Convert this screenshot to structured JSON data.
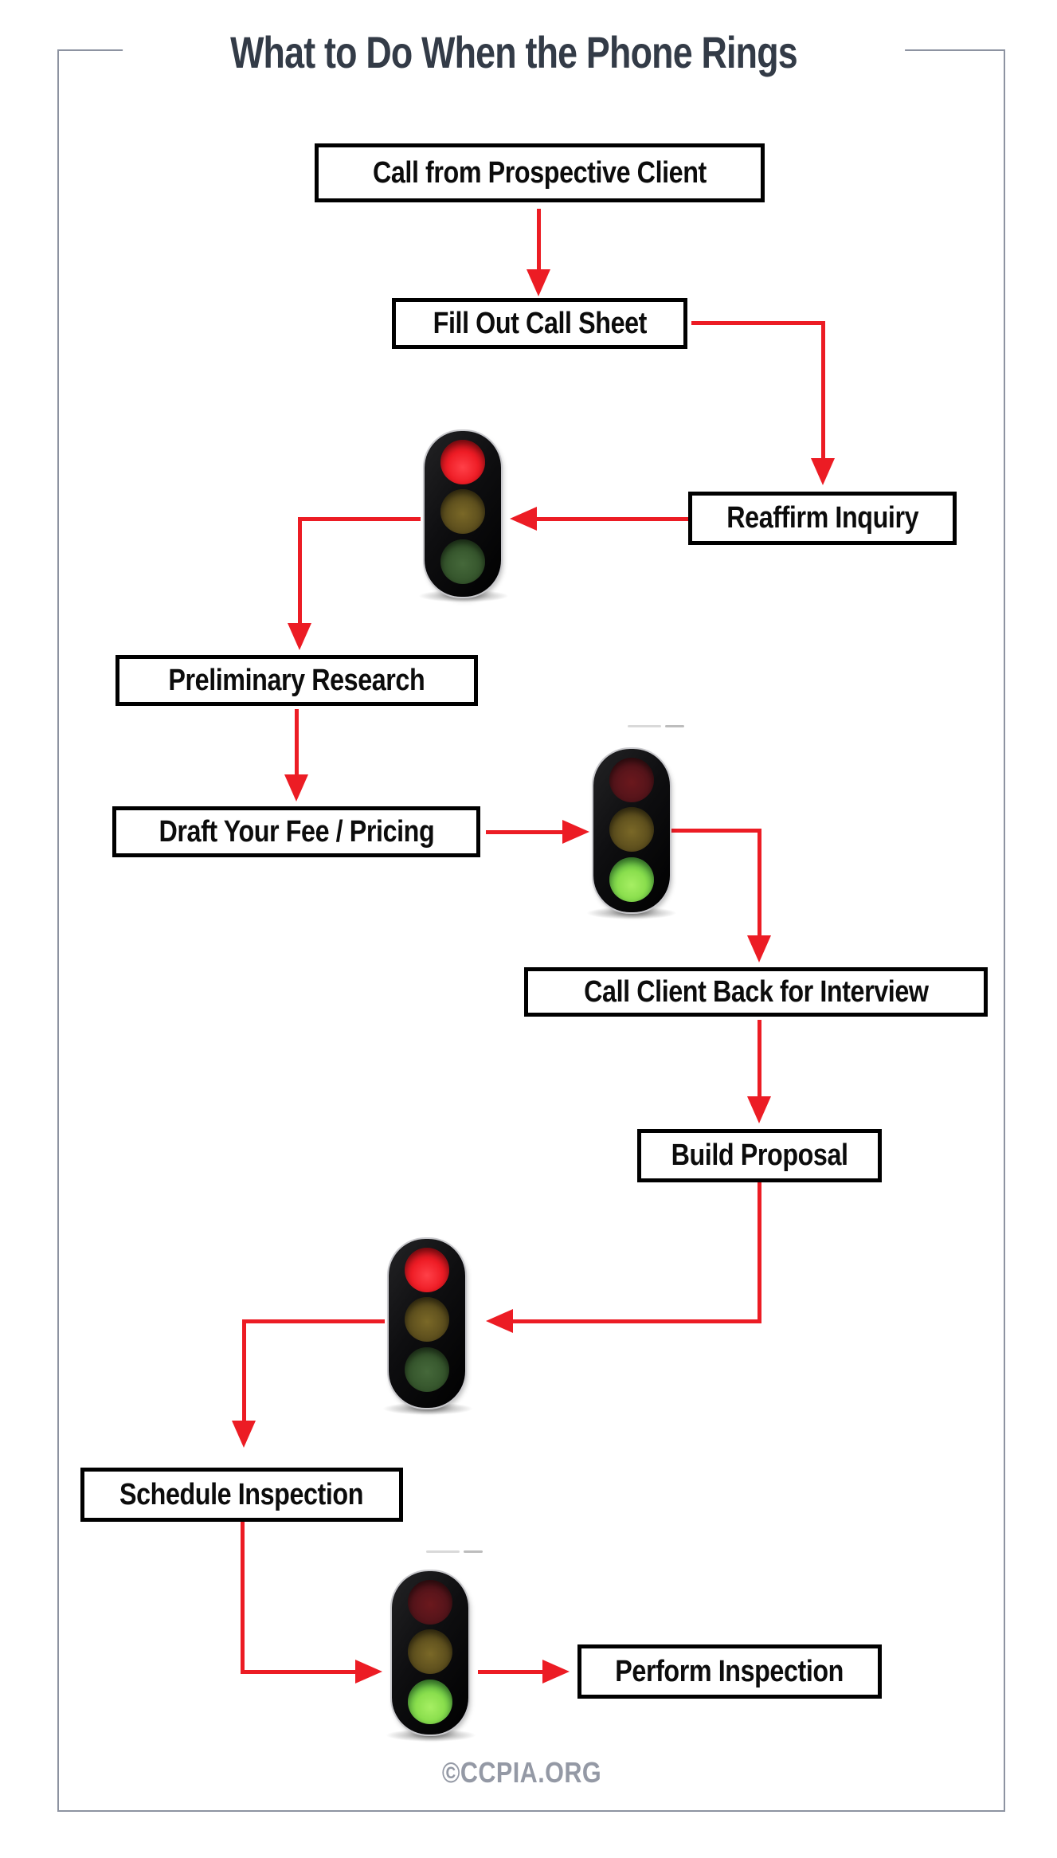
{
  "title": "What to Do When the Phone Rings",
  "credit": "©CCPIA.ORG",
  "colors": {
    "accent": "#ec1c24",
    "title": "#333b47",
    "frame": "#8d93a1",
    "credit": "#9499a5",
    "box_border": "#000000",
    "lit_red": "#ee1c25",
    "lit_green": "#8ade4d"
  },
  "nodes": [
    {
      "label": "Call from Prospective Client"
    },
    {
      "label": "Fill Out Call Sheet"
    },
    {
      "label": "Reaffirm Inquiry"
    },
    {
      "label": "Preliminary Research"
    },
    {
      "label": "Draft Your Fee / Pricing"
    },
    {
      "label": "Call Client Back for Interview"
    },
    {
      "label": "Build Proposal"
    },
    {
      "label": "Schedule Inspection"
    },
    {
      "label": "Perform Inspection"
    }
  ],
  "traffic_lights": [
    {
      "after": "Reaffirm Inquiry",
      "active": "red"
    },
    {
      "after": "Draft Your Fee / Pricing",
      "active": "green"
    },
    {
      "after": "Build Proposal",
      "active": "red"
    },
    {
      "after": "Schedule Inspection",
      "active": "green"
    }
  ],
  "flow": [
    {
      "from": "Call from Prospective Client",
      "to": "Fill Out Call Sheet"
    },
    {
      "from": "Fill Out Call Sheet",
      "to": "Reaffirm Inquiry"
    },
    {
      "from": "Reaffirm Inquiry",
      "to": "traffic-light-1 (red)"
    },
    {
      "from": "traffic-light-1 (red)",
      "to": "Preliminary Research"
    },
    {
      "from": "Preliminary Research",
      "to": "Draft Your Fee / Pricing"
    },
    {
      "from": "Draft Your Fee / Pricing",
      "to": "traffic-light-2 (green)"
    },
    {
      "from": "traffic-light-2 (green)",
      "to": "Call Client Back for Interview"
    },
    {
      "from": "Call Client Back for Interview",
      "to": "Build Proposal"
    },
    {
      "from": "Build Proposal",
      "to": "traffic-light-3 (red)"
    },
    {
      "from": "traffic-light-3 (red)",
      "to": "Schedule Inspection"
    },
    {
      "from": "Schedule Inspection",
      "to": "traffic-light-4 (green)"
    },
    {
      "from": "traffic-light-4 (green)",
      "to": "Perform Inspection"
    }
  ]
}
